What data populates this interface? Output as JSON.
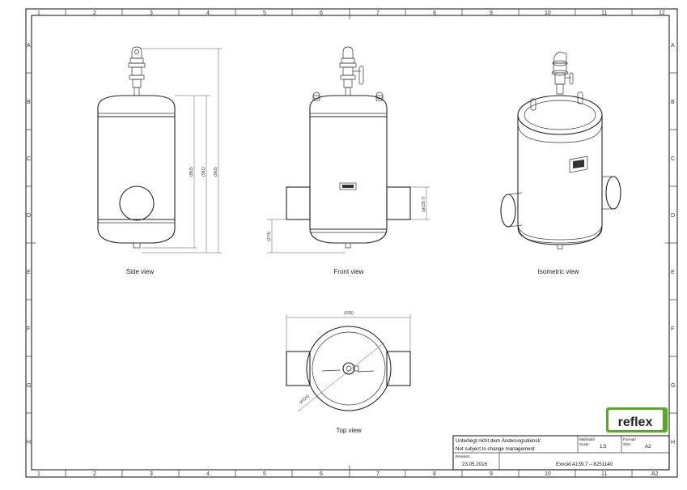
{
  "sheet": {
    "columns": [
      "1",
      "2",
      "3",
      "4",
      "5",
      "6",
      "7",
      "8",
      "9",
      "10",
      "11",
      "12"
    ],
    "rows": [
      "A",
      "B",
      "C",
      "D",
      "E",
      "F",
      "G",
      "H"
    ]
  },
  "views": {
    "side": "Side view",
    "front": "Front view",
    "isometric": "Isometric view",
    "top": "Top view"
  },
  "dimensions": {
    "side_d1": "(862)",
    "side_d2": "(991)",
    "side_d3": "(962)",
    "front_left": "(274)",
    "front_right": "(ø139.7)",
    "top_width": "(525)",
    "top_diag": "(ø324)"
  },
  "title_block": {
    "logo_text": "reflex",
    "logo_color": "#5ba829",
    "note_de": "Unterliegt nicht dem Änderungsdienst/",
    "note_en": "Not subject to change management",
    "scale_label_de": "Maßstab/",
    "scale_label_en": "Scale:",
    "scale_value": "1:5",
    "format_label_de": "Format/",
    "format_label_en": "Size:",
    "format_value": "A2",
    "revision_label": "Revision",
    "revision_date": "23.05.2016",
    "part_name": "Exvoid  A139.7  –  8251140"
  },
  "corner_size": "A2"
}
